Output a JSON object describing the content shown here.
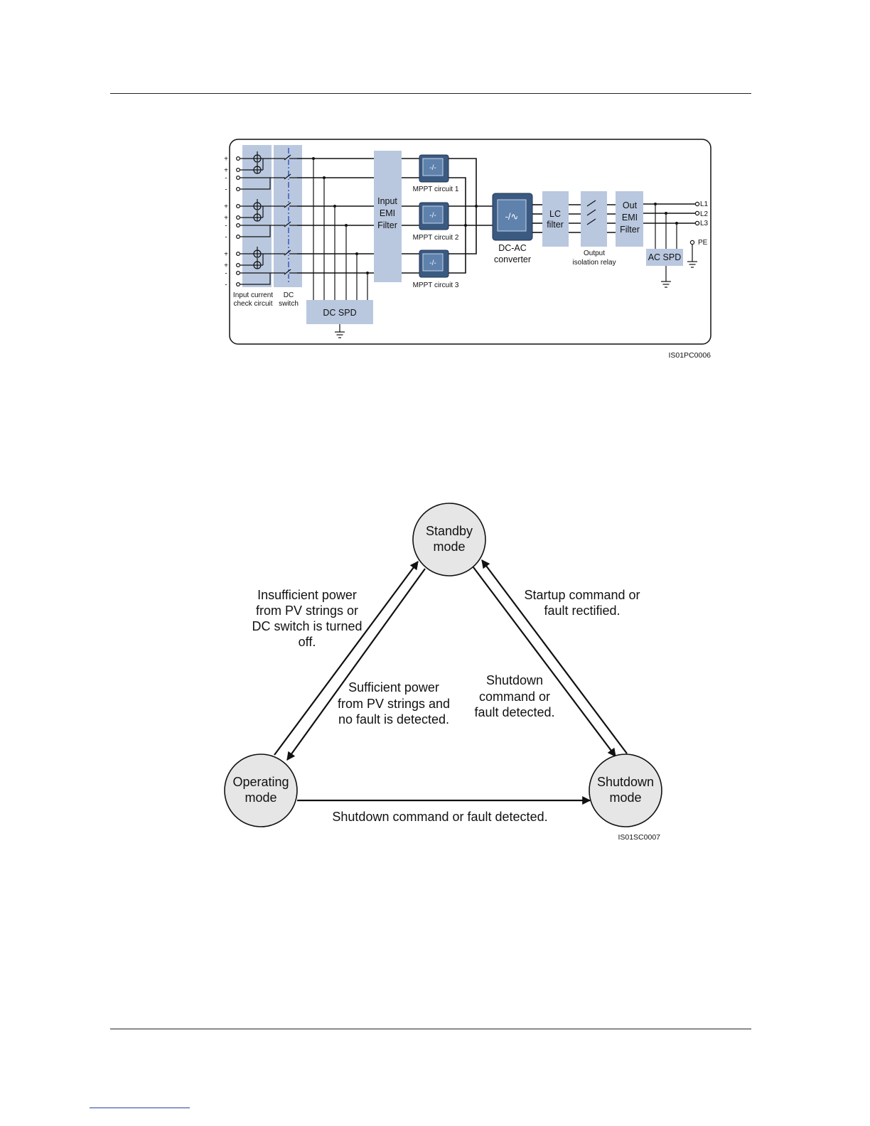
{
  "block_diagram": {
    "polarity_marks": [
      "+",
      "+",
      "-",
      "-",
      "+",
      "+",
      "-",
      "-",
      "+",
      "+",
      "-",
      "-"
    ],
    "input_current_check_label": [
      "Input current",
      "check circuit"
    ],
    "dc_switch_label": [
      "DC",
      "switch"
    ],
    "dc_spd": "DC SPD",
    "input_emi_filter": [
      "Input",
      "EMI",
      "Filter"
    ],
    "mppt_circuits": [
      "MPPT circuit 1",
      "MPPT circuit 2",
      "MPPT circuit 3"
    ],
    "dc_ac_converter": [
      "DC-AC",
      "converter"
    ],
    "lc_filter": [
      "LC",
      "filter"
    ],
    "output_isolation_relay": [
      "Output",
      "isolation relay"
    ],
    "out_emi_filter": [
      "Out",
      "EMI",
      "Filter"
    ],
    "ac_spd": "AC SPD",
    "outputs": [
      "L1",
      "L2",
      "L3",
      "PE"
    ],
    "figure_code": "IS01PC0006"
  },
  "state_diagram": {
    "nodes": {
      "standby": [
        "Standby",
        "mode"
      ],
      "operating": [
        "Operating",
        "mode"
      ],
      "shutdown": [
        "Shutdown",
        "mode"
      ]
    },
    "transitions": {
      "standby_to_operating": [
        "Sufficient power",
        "from PV strings and",
        "no fault is detected."
      ],
      "operating_to_standby": [
        "Insufficient power",
        "from PV strings or",
        "DC switch is turned",
        "off."
      ],
      "shutdown_to_standby": [
        "Startup command or",
        "fault rectified."
      ],
      "standby_to_shutdown": [
        "Shutdown",
        "command or",
        "fault detected."
      ],
      "operating_to_shutdown": "Shutdown command or fault detected."
    },
    "figure_code": "IS01SC0007"
  }
}
